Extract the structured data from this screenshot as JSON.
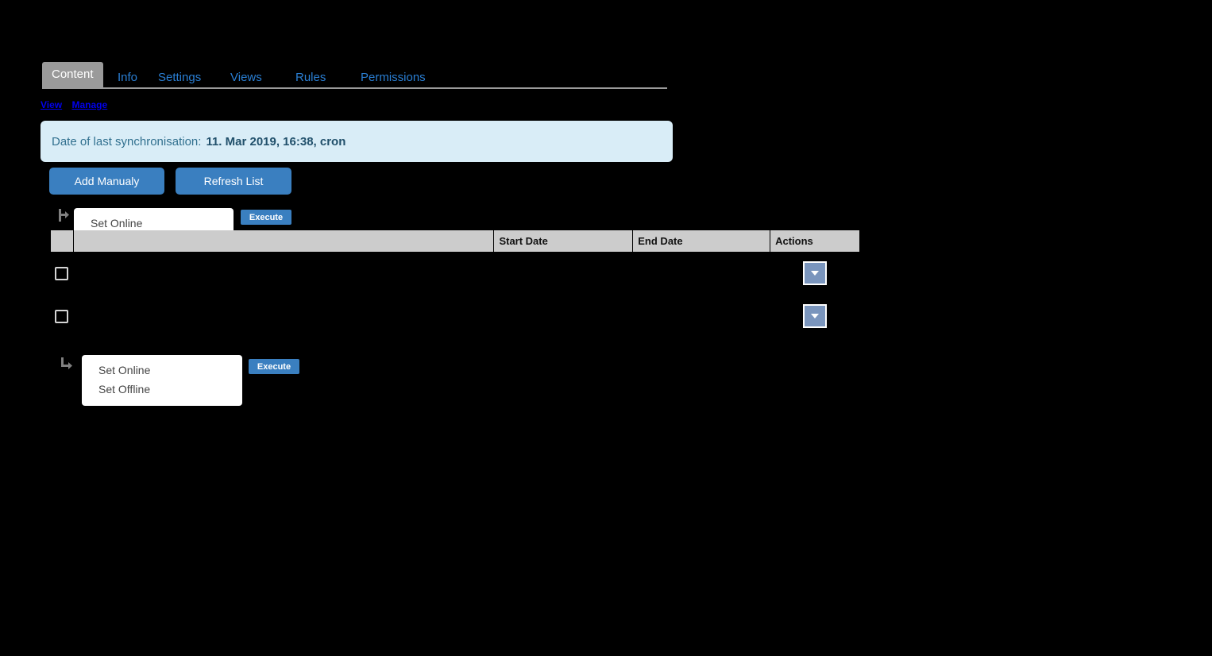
{
  "tabs": [
    {
      "label": "Content",
      "active": true
    },
    {
      "label": "Info",
      "active": false
    },
    {
      "label": "Settings",
      "active": false
    },
    {
      "label": "Views",
      "active": false
    },
    {
      "label": "Rules",
      "active": false
    },
    {
      "label": "Permissions",
      "active": false
    }
  ],
  "sublinks": [
    {
      "label": "View"
    },
    {
      "label": "Manage"
    }
  ],
  "sync": {
    "label": "Date of last synchronisation:",
    "value": "11. Mar 2019, 16:38, cron"
  },
  "toolbar": {
    "add_manually_label": "Add Manualy",
    "refresh_list_label": "Refresh List"
  },
  "bulk_actions": {
    "execute_label": "Execute",
    "items": [
      {
        "label": "Set Online"
      },
      {
        "label": "Set Offline"
      }
    ],
    "top_arrow_icon": "arrow-turn-right-icon",
    "bottom_arrow_icon": "arrow-turn-down-right-icon"
  },
  "table": {
    "columns": [
      {
        "key": "check",
        "label": ""
      },
      {
        "key": "name",
        "label": ""
      },
      {
        "key": "start",
        "label": "Start Date"
      },
      {
        "key": "end",
        "label": "End Date"
      },
      {
        "key": "actions",
        "label": "Actions"
      }
    ],
    "rows": [
      {
        "name": "",
        "start": "",
        "end": "",
        "checked": false
      },
      {
        "name": "",
        "start": "",
        "end": "",
        "checked": false
      }
    ]
  },
  "colors": {
    "page_background": "#000000",
    "accent_blue": "#3a7fc0",
    "link_blue": "#0000ee",
    "tab_blue": "#2a7fd4",
    "active_tab_gray": "#9a9a9a",
    "banner_background": "#d9edf7",
    "banner_text": "#31708f",
    "table_header_gray": "#cccccc",
    "action_button_blue": "#7a95bd"
  }
}
